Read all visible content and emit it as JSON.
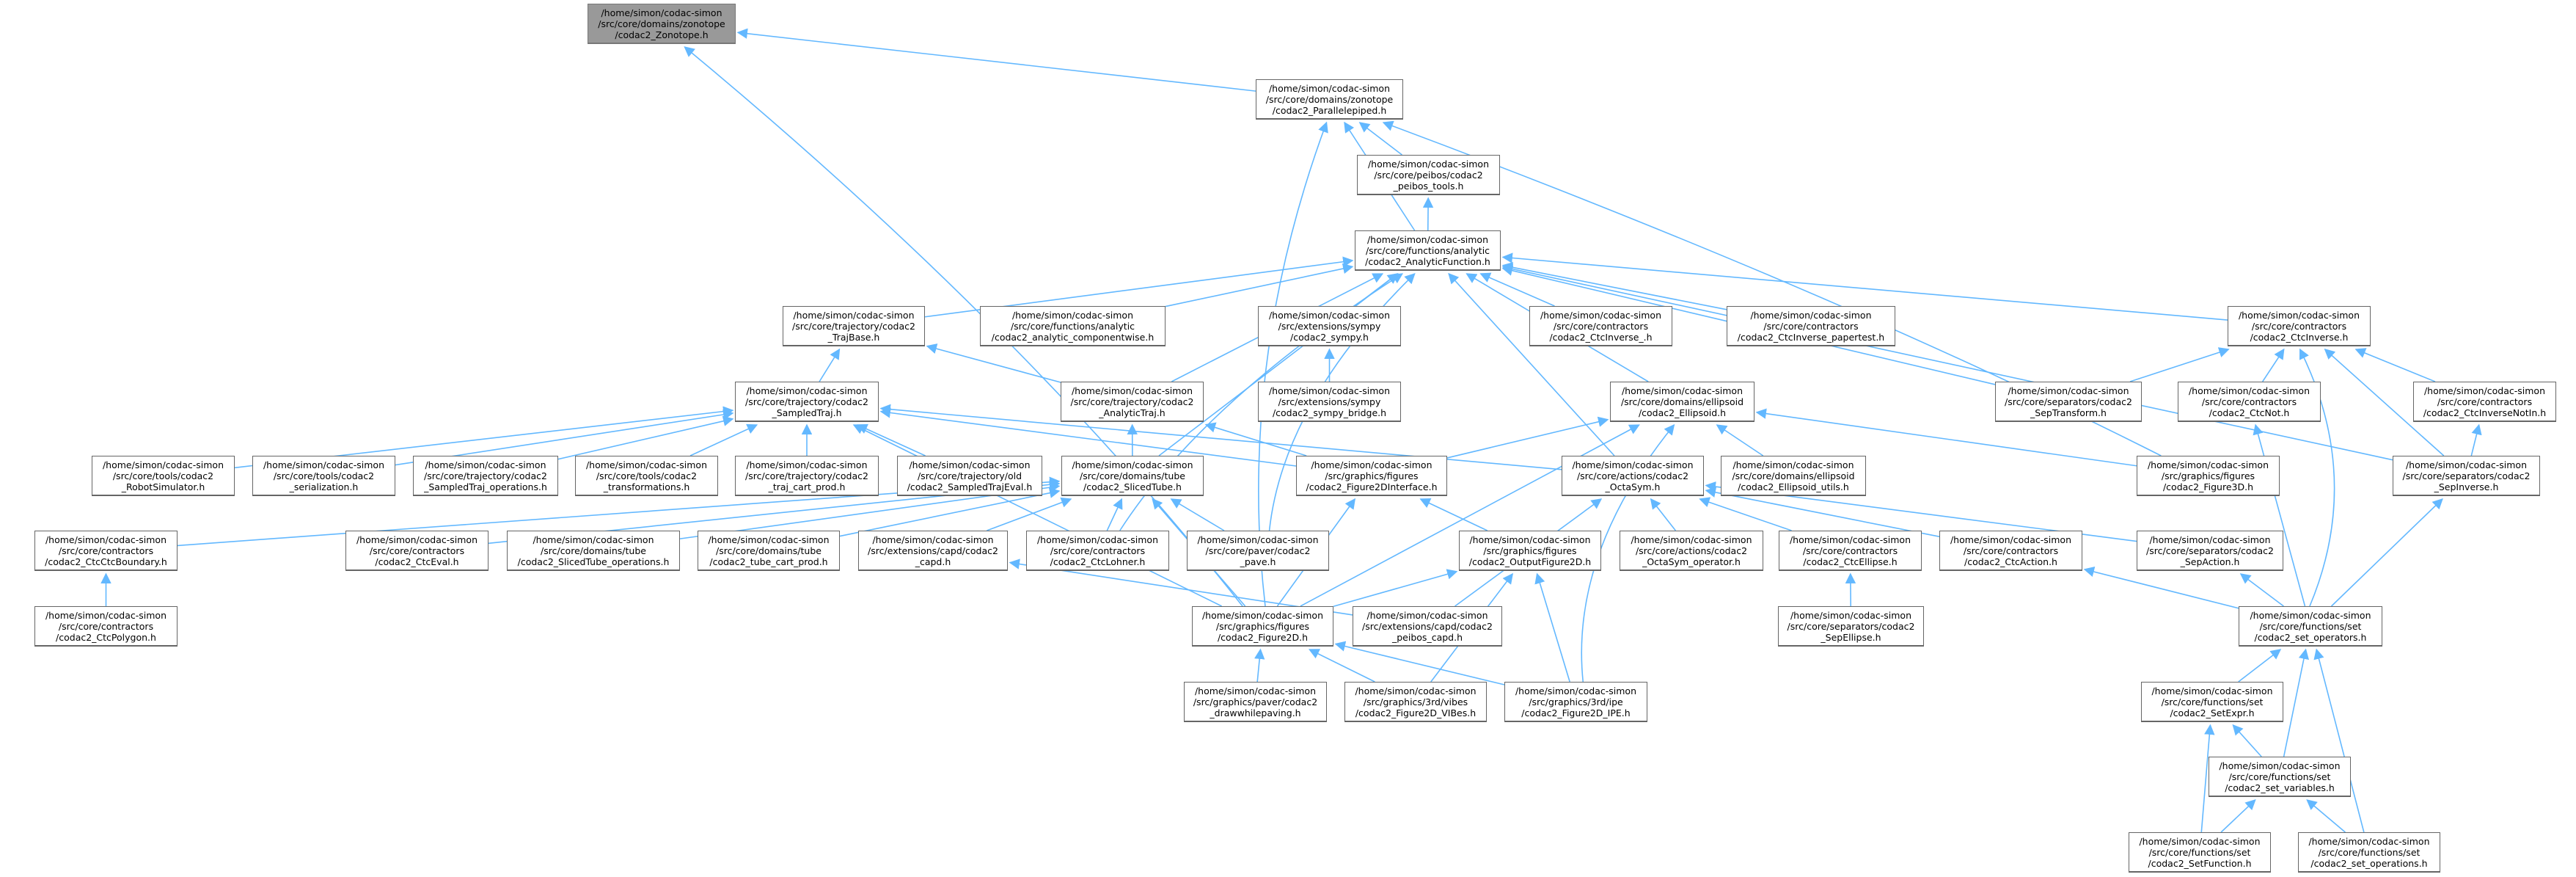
{
  "colors": {
    "edge": "#63b8ff",
    "root_fill": "#999999",
    "node_border": "#666666"
  },
  "nodes": [
    {
      "id": "zonotope",
      "lines": [
        "/home/simon/codac-simon",
        "/src/core/domains/zonotope",
        "/codac2_Zonotope.h"
      ]
    },
    {
      "id": "parallelepiped",
      "lines": [
        "/home/simon/codac-simon",
        "/src/core/domains/zonotope",
        "/codac2_Parallelepiped.h"
      ]
    },
    {
      "id": "peibos_tools",
      "lines": [
        "/home/simon/codac-simon",
        "/src/core/peibos/codac2",
        "_peibos_tools.h"
      ]
    },
    {
      "id": "analytic_function",
      "lines": [
        "/home/simon/codac-simon",
        "/src/core/functions/analytic",
        "/codac2_AnalyticFunction.h"
      ]
    },
    {
      "id": "traj_base",
      "lines": [
        "/home/simon/codac-simon",
        "/src/core/trajectory/codac2",
        "_TrajBase.h"
      ]
    },
    {
      "id": "componentwise",
      "lines": [
        "/home/simon/codac-simon",
        "/src/core/functions/analytic",
        "/codac2_analytic_componentwise.h"
      ]
    },
    {
      "id": "sympy",
      "lines": [
        "/home/simon/codac-simon",
        "/src/extensions/sympy",
        "/codac2_sympy.h"
      ]
    },
    {
      "id": "ctcinverse_",
      "lines": [
        "/home/simon/codac-simon",
        "/src/core/contractors",
        "/codac2_CtcInverse_.h"
      ]
    },
    {
      "id": "papertest",
      "lines": [
        "/home/simon/codac-simon",
        "/src/core/contractors",
        "/codac2_CtcInverse_papertest.h"
      ]
    },
    {
      "id": "ctcinverse",
      "lines": [
        "/home/simon/codac-simon",
        "/src/core/contractors",
        "/codac2_CtcInverse.h"
      ]
    },
    {
      "id": "sampled_traj",
      "lines": [
        "/home/simon/codac-simon",
        "/src/core/trajectory/codac2",
        "_SampledTraj.h"
      ]
    },
    {
      "id": "analytic_traj",
      "lines": [
        "/home/simon/codac-simon",
        "/src/core/trajectory/codac2",
        "_AnalyticTraj.h"
      ]
    },
    {
      "id": "sympy_bridge",
      "lines": [
        "/home/simon/codac-simon",
        "/src/extensions/sympy",
        "/codac2_sympy_bridge.h"
      ]
    },
    {
      "id": "ellipsoid",
      "lines": [
        "/home/simon/codac-simon",
        "/src/core/domains/ellipsoid",
        "/codac2_Ellipsoid.h"
      ]
    },
    {
      "id": "sep_transform",
      "lines": [
        "/home/simon/codac-simon",
        "/src/core/separators/codac2",
        "_SepTransform.h"
      ]
    },
    {
      "id": "ctcnot",
      "lines": [
        "/home/simon/codac-simon",
        "/src/core/contractors",
        "/codac2_CtcNot.h"
      ]
    },
    {
      "id": "ctcinversenotin",
      "lines": [
        "/home/simon/codac-simon",
        "/src/core/contractors",
        "/codac2_CtcInverseNotIn.h"
      ]
    },
    {
      "id": "robot_simulator",
      "lines": [
        "/home/simon/codac-simon",
        "/src/core/tools/codac2",
        "_RobotSimulator.h"
      ]
    },
    {
      "id": "serialization",
      "lines": [
        "/home/simon/codac-simon",
        "/src/core/tools/codac2",
        "_serialization.h"
      ]
    },
    {
      "id": "sampledtraj_operations",
      "lines": [
        "/home/simon/codac-simon",
        "/src/core/trajectory/codac2",
        "_SampledTraj_operations.h"
      ]
    },
    {
      "id": "transformations",
      "lines": [
        "/home/simon/codac-simon",
        "/src/core/tools/codac2",
        "_transformations.h"
      ]
    },
    {
      "id": "traj_cart_prod",
      "lines": [
        "/home/simon/codac-simon",
        "/src/core/trajectory/codac2",
        "_traj_cart_prod.h"
      ]
    },
    {
      "id": "sampledtrajeval",
      "lines": [
        "/home/simon/codac-simon",
        "/src/core/trajectory/old",
        "/codac2_SampledTrajEval.h"
      ]
    },
    {
      "id": "sliced_tube",
      "lines": [
        "/home/simon/codac-simon",
        "/src/core/domains/tube",
        "/codac2_SlicedTube.h"
      ]
    },
    {
      "id": "figure2d_interface",
      "lines": [
        "/home/simon/codac-simon",
        "/src/graphics/figures",
        "/codac2_Figure2DInterface.h"
      ]
    },
    {
      "id": "octasym",
      "lines": [
        "/home/simon/codac-simon",
        "/src/core/actions/codac2",
        "_OctaSym.h"
      ]
    },
    {
      "id": "ellipsoid_utils",
      "lines": [
        "/home/simon/codac-simon",
        "/src/core/domains/ellipsoid",
        "/codac2_Ellipsoid_utils.h"
      ]
    },
    {
      "id": "figure3d",
      "lines": [
        "/home/simon/codac-simon",
        "/src/graphics/figures",
        "/codac2_Figure3D.h"
      ]
    },
    {
      "id": "sep_inverse",
      "lines": [
        "/home/simon/codac-simon",
        "/src/core/separators/codac2",
        "_SepInverse.h"
      ]
    },
    {
      "id": "ctcctcboundary",
      "lines": [
        "/home/simon/codac-simon",
        "/src/core/contractors",
        "/codac2_CtcCtcBoundary.h"
      ]
    },
    {
      "id": "ctceval",
      "lines": [
        "/home/simon/codac-simon",
        "/src/core/contractors",
        "/codac2_CtcEval.h"
      ]
    },
    {
      "id": "slicedtube_operations",
      "lines": [
        "/home/simon/codac-simon",
        "/src/core/domains/tube",
        "/codac2_SlicedTube_operations.h"
      ]
    },
    {
      "id": "tube_cart_prod",
      "lines": [
        "/home/simon/codac-simon",
        "/src/core/domains/tube",
        "/codac2_tube_cart_prod.h"
      ]
    },
    {
      "id": "capd",
      "lines": [
        "/home/simon/codac-simon",
        "/src/extensions/capd/codac2",
        "_capd.h"
      ]
    },
    {
      "id": "ctclohner",
      "lines": [
        "/home/simon/codac-simon",
        "/src/core/contractors",
        "/codac2_CtcLohner.h"
      ]
    },
    {
      "id": "pave",
      "lines": [
        "/home/simon/codac-simon",
        "/src/core/paver/codac2",
        "_pave.h"
      ]
    },
    {
      "id": "output_figure2d",
      "lines": [
        "/home/simon/codac-simon",
        "/src/graphics/figures",
        "/codac2_OutputFigure2D.h"
      ]
    },
    {
      "id": "octasym_operator",
      "lines": [
        "/home/simon/codac-simon",
        "/src/core/actions/codac2",
        "_OctaSym_operator.h"
      ]
    },
    {
      "id": "ctcellipse",
      "lines": [
        "/home/simon/codac-simon",
        "/src/core/contractors",
        "/codac2_CtcEllipse.h"
      ]
    },
    {
      "id": "ctcaction",
      "lines": [
        "/home/simon/codac-simon",
        "/src/core/contractors",
        "/codac2_CtcAction.h"
      ]
    },
    {
      "id": "sep_action",
      "lines": [
        "/home/simon/codac-simon",
        "/src/core/separators/codac2",
        "_SepAction.h"
      ]
    },
    {
      "id": "ctcpolygon",
      "lines": [
        "/home/simon/codac-simon",
        "/src/core/contractors",
        "/codac2_CtcPolygon.h"
      ]
    },
    {
      "id": "figure2d",
      "lines": [
        "/home/simon/codac-simon",
        "/src/graphics/figures",
        "/codac2_Figure2D.h"
      ]
    },
    {
      "id": "peibos_capd",
      "lines": [
        "/home/simon/codac-simon",
        "/src/extensions/capd/codac2",
        "_peibos_capd.h"
      ]
    },
    {
      "id": "sep_ellipse",
      "lines": [
        "/home/simon/codac-simon",
        "/src/core/separators/codac2",
        "_SepEllipse.h"
      ]
    },
    {
      "id": "set_operators",
      "lines": [
        "/home/simon/codac-simon",
        "/src/core/functions/set",
        "/codac2_set_operators.h"
      ]
    },
    {
      "id": "drawwhilepaving",
      "lines": [
        "/home/simon/codac-simon",
        "/src/graphics/paver/codac2",
        "_drawwhilepaving.h"
      ]
    },
    {
      "id": "figure2d_vibes",
      "lines": [
        "/home/simon/codac-simon",
        "/src/graphics/3rd/vibes",
        "/codac2_Figure2D_VIBes.h"
      ]
    },
    {
      "id": "figure2d_ipe",
      "lines": [
        "/home/simon/codac-simon",
        "/src/graphics/3rd/ipe",
        "/codac2_Figure2D_IPE.h"
      ]
    },
    {
      "id": "set_expr",
      "lines": [
        "/home/simon/codac-simon",
        "/src/core/functions/set",
        "/codac2_SetExpr.h"
      ]
    },
    {
      "id": "set_variables",
      "lines": [
        "/home/simon/codac-simon",
        "/src/core/functions/set",
        "/codac2_set_variables.h"
      ]
    },
    {
      "id": "set_function",
      "lines": [
        "/home/simon/codac-simon",
        "/src/core/functions/set",
        "/codac2_SetFunction.h"
      ]
    },
    {
      "id": "set_operations",
      "lines": [
        "/home/simon/codac-simon",
        "/src/core/functions/set",
        "/codac2_set_operations.h"
      ]
    }
  ],
  "edges": [
    [
      "parallelepiped",
      "zonotope"
    ],
    [
      "figure2d",
      "zonotope"
    ],
    [
      "analytic_function",
      "parallelepiped"
    ],
    [
      "peibos_tools",
      "parallelepiped"
    ],
    [
      "figure2d",
      "parallelepiped"
    ],
    [
      "figure3d",
      "parallelepiped"
    ],
    [
      "analytic_function",
      "peibos_tools"
    ],
    [
      "traj_base",
      "analytic_function"
    ],
    [
      "componentwise",
      "analytic_function"
    ],
    [
      "sympy",
      "analytic_function"
    ],
    [
      "ctcinverse_",
      "analytic_function"
    ],
    [
      "papertest",
      "analytic_function"
    ],
    [
      "ctcinverse",
      "analytic_function"
    ],
    [
      "analytic_traj",
      "analytic_function"
    ],
    [
      "ellipsoid",
      "analytic_function"
    ],
    [
      "sep_transform",
      "analytic_function"
    ],
    [
      "sep_inverse",
      "analytic_function"
    ],
    [
      "sliced_tube",
      "analytic_function"
    ],
    [
      "ctclohner",
      "analytic_function"
    ],
    [
      "pave",
      "analytic_function"
    ],
    [
      "octasym",
      "analytic_function"
    ],
    [
      "sampled_traj",
      "traj_base"
    ],
    [
      "analytic_traj",
      "traj_base"
    ],
    [
      "sympy_bridge",
      "sympy"
    ],
    [
      "sep_transform",
      "ctcinverse"
    ],
    [
      "ctcnot",
      "ctcinverse"
    ],
    [
      "ctcinversenotin",
      "ctcinverse"
    ],
    [
      "sep_inverse",
      "ctcinverse"
    ],
    [
      "set_operators",
      "ctcinverse"
    ],
    [
      "robot_simulator",
      "sampled_traj"
    ],
    [
      "serialization",
      "sampled_traj"
    ],
    [
      "sampledtraj_operations",
      "sampled_traj"
    ],
    [
      "transformations",
      "sampled_traj"
    ],
    [
      "traj_cart_prod",
      "sampled_traj"
    ],
    [
      "sampledtrajeval",
      "sampled_traj"
    ],
    [
      "figure2d_interface",
      "sampled_traj"
    ],
    [
      "octasym",
      "sampled_traj"
    ],
    [
      "figure2d",
      "sampled_traj"
    ],
    [
      "sliced_tube",
      "analytic_traj"
    ],
    [
      "figure2d_interface",
      "analytic_traj"
    ],
    [
      "figure2d_interface",
      "ellipsoid"
    ],
    [
      "figure2d",
      "ellipsoid"
    ],
    [
      "ellipsoid_utils",
      "ellipsoid"
    ],
    [
      "figure3d",
      "ellipsoid"
    ],
    [
      "figure2d_ipe",
      "ellipsoid"
    ],
    [
      "set_operators",
      "ctcnot"
    ],
    [
      "sep_inverse",
      "ctcinversenotin"
    ],
    [
      "ctcctcboundary",
      "sliced_tube"
    ],
    [
      "ctceval",
      "sliced_tube"
    ],
    [
      "slicedtube_operations",
      "sliced_tube"
    ],
    [
      "tube_cart_prod",
      "sliced_tube"
    ],
    [
      "capd",
      "sliced_tube"
    ],
    [
      "ctclohner",
      "sliced_tube"
    ],
    [
      "pave",
      "sliced_tube"
    ],
    [
      "figure2d",
      "sliced_tube"
    ],
    [
      "figure2d",
      "figure2d_interface"
    ],
    [
      "output_figure2d",
      "figure2d_interface"
    ],
    [
      "octasym_operator",
      "octasym"
    ],
    [
      "ctcellipse",
      "octasym"
    ],
    [
      "ctcaction",
      "octasym"
    ],
    [
      "sep_action",
      "octasym"
    ],
    [
      "peibos_capd",
      "octasym"
    ],
    [
      "set_operators",
      "sep_inverse"
    ],
    [
      "ctcpolygon",
      "ctcctcboundary"
    ],
    [
      "peibos_capd",
      "capd"
    ],
    [
      "figure2d",
      "output_figure2d"
    ],
    [
      "figure2d_vibes",
      "output_figure2d"
    ],
    [
      "figure2d_ipe",
      "output_figure2d"
    ],
    [
      "sep_ellipse",
      "ctcellipse"
    ],
    [
      "set_operators",
      "ctcaction"
    ],
    [
      "set_operators",
      "sep_action"
    ],
    [
      "drawwhilepaving",
      "figure2d"
    ],
    [
      "figure2d_vibes",
      "figure2d"
    ],
    [
      "figure2d_ipe",
      "figure2d"
    ],
    [
      "set_expr",
      "set_operators"
    ],
    [
      "set_variables",
      "set_operators"
    ],
    [
      "set_operations",
      "set_operators"
    ],
    [
      "set_variables",
      "set_expr"
    ],
    [
      "set_function",
      "set_expr"
    ],
    [
      "set_function",
      "set_variables"
    ],
    [
      "set_operations",
      "set_variables"
    ]
  ]
}
